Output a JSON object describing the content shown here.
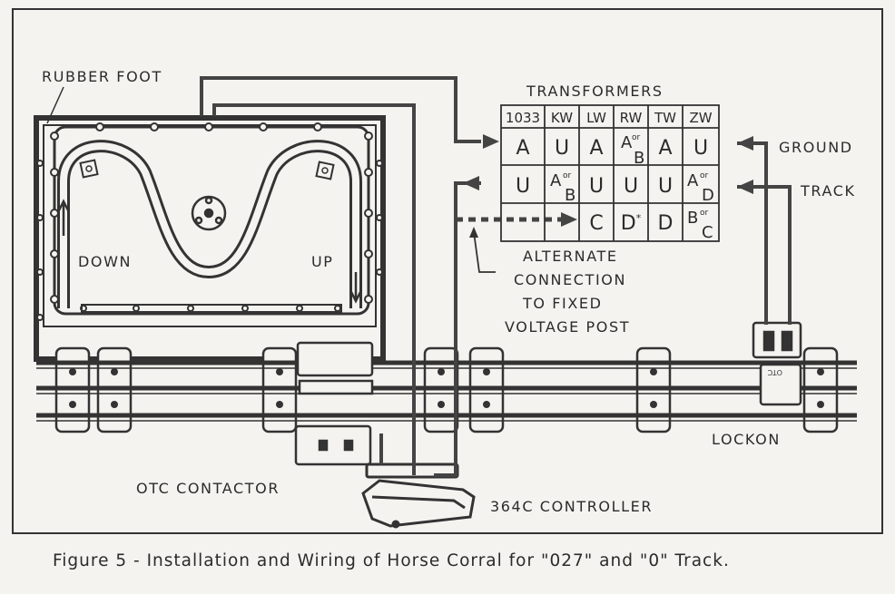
{
  "labels": {
    "rubber_foot": "RUBBER FOOT",
    "transformers": "TRANSFORMERS",
    "ground": "GROUND",
    "track": "TRACK",
    "down": "DOWN",
    "up": "UP",
    "alternate_1": "ALTERNATE",
    "alternate_2": "CONNECTION",
    "alternate_3": "TO FIXED",
    "alternate_4": "VOLTAGE POST",
    "lockon": "LOCKON",
    "otc_contactor": "OTC CONTACTOR",
    "controller": "364C CONTROLLER",
    "otc_stamp": "OTC"
  },
  "table": {
    "headers": [
      "1033",
      "KW",
      "LW",
      "RW",
      "TW",
      "ZW"
    ],
    "ground_row": [
      "A",
      "U",
      "A",
      "A or B",
      "A",
      "U"
    ],
    "track_row": [
      "U",
      "A or B",
      "U",
      "U",
      "U",
      "A or D"
    ],
    "alt_row": [
      "",
      "",
      "C",
      "D*",
      "D",
      "B or C"
    ],
    "or_word": "or"
  },
  "caption": "Figure 5 - Installation and Wiring of Horse Corral for \"027\" and \"0\" Track."
}
